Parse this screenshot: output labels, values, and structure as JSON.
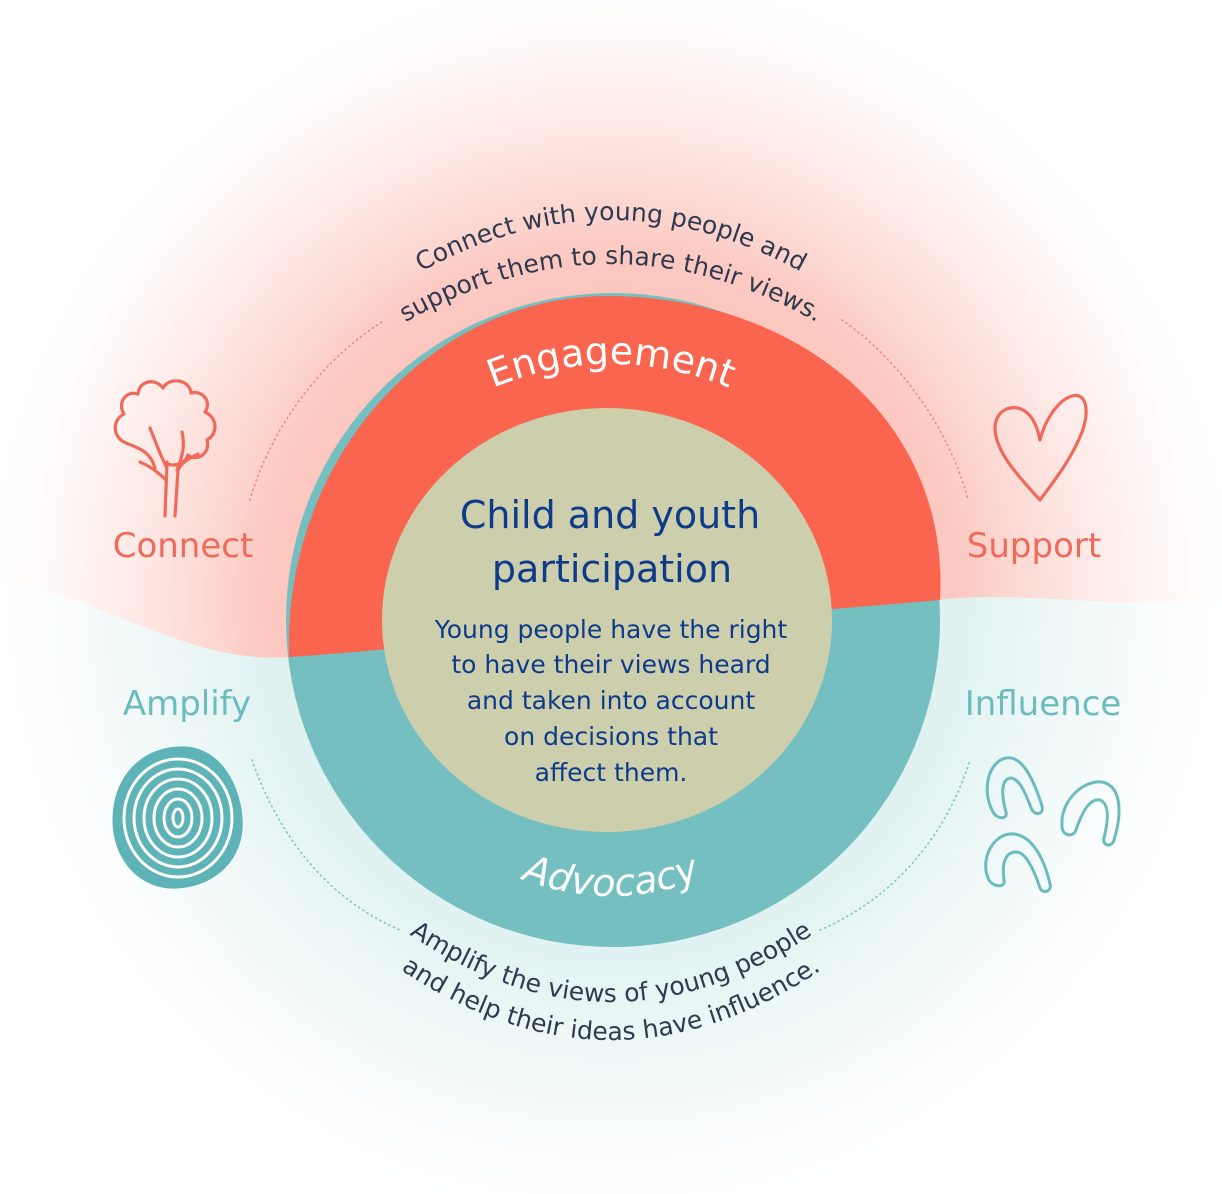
{
  "center": {
    "title_line1": "Child and youth",
    "title_line2": "participation",
    "body_lines": [
      "Young people have the right",
      "to have their views heard",
      "and taken into account",
      "on decisions that",
      "affect them."
    ]
  },
  "ring": {
    "top_label": "Engagement",
    "bottom_label": "Advocacy"
  },
  "arcs": {
    "top_line1": "Connect with young people and",
    "top_line2": "support them to share their views.",
    "bottom_line1": "Amplify the views of young people",
    "bottom_line2": "and help their ideas have influence."
  },
  "corners": {
    "connect": "Connect",
    "support": "Support",
    "amplify": "Amplify",
    "influence": "Influence"
  },
  "icons": {
    "connect": "tree-icon",
    "support": "heart-icon",
    "amplify": "fingerprint-icon",
    "influence": "footprints-icon"
  },
  "colors": {
    "coral": "#f9654f",
    "teal": "#75bfc0",
    "center_fill": "#cdcfac",
    "navy_text": "#0e3a8a",
    "dark_text": "#2f3a4f"
  }
}
